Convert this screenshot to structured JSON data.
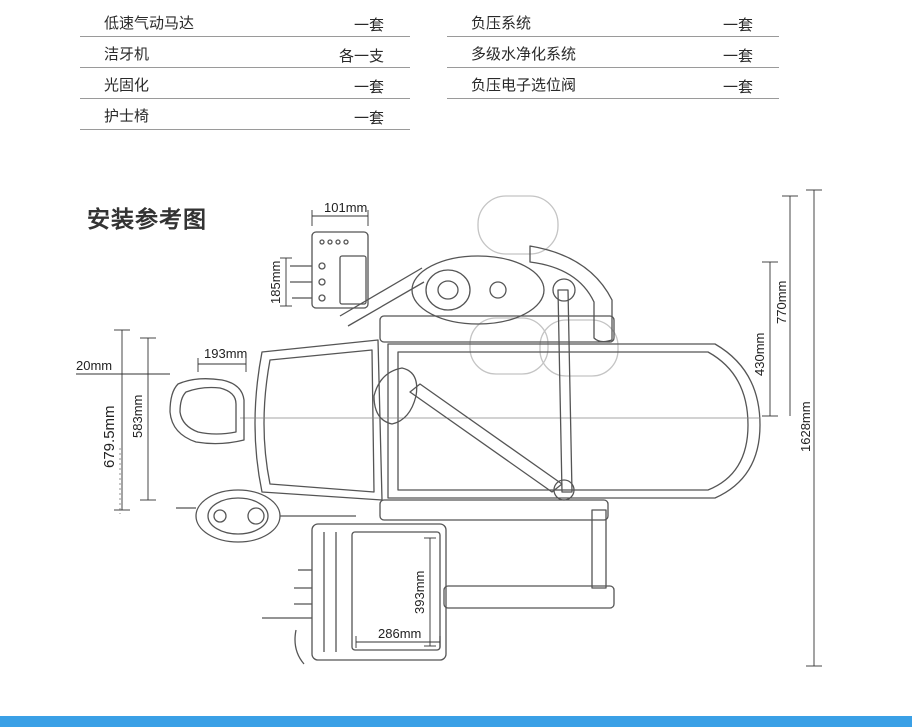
{
  "config_table": {
    "left": [
      {
        "name": "低速气动马达",
        "qty": "一套"
      },
      {
        "name": "洁牙机",
        "qty": "各一支"
      },
      {
        "name": "光固化",
        "qty": "一套"
      },
      {
        "name": "护士椅",
        "qty": "一套"
      }
    ],
    "right": [
      {
        "name": "负压系统",
        "qty": "一套"
      },
      {
        "name": "多级水净化系统",
        "qty": "一套"
      },
      {
        "name": "负压电子选位阀",
        "qty": "一套"
      }
    ]
  },
  "section_title": "安装参考图",
  "dimensions": {
    "d_101": "101mm",
    "d_185": "185mm",
    "d_193": "193mm",
    "d_20": "20mm",
    "d_679": "679.5mm",
    "d_583": "583mm",
    "d_770": "770mm",
    "d_430": "430mm",
    "d_1628": "1628mm",
    "d_393": "393mm",
    "d_286": "286mm"
  },
  "colors": {
    "line": "#555555",
    "bar": "#3aa0e6"
  }
}
